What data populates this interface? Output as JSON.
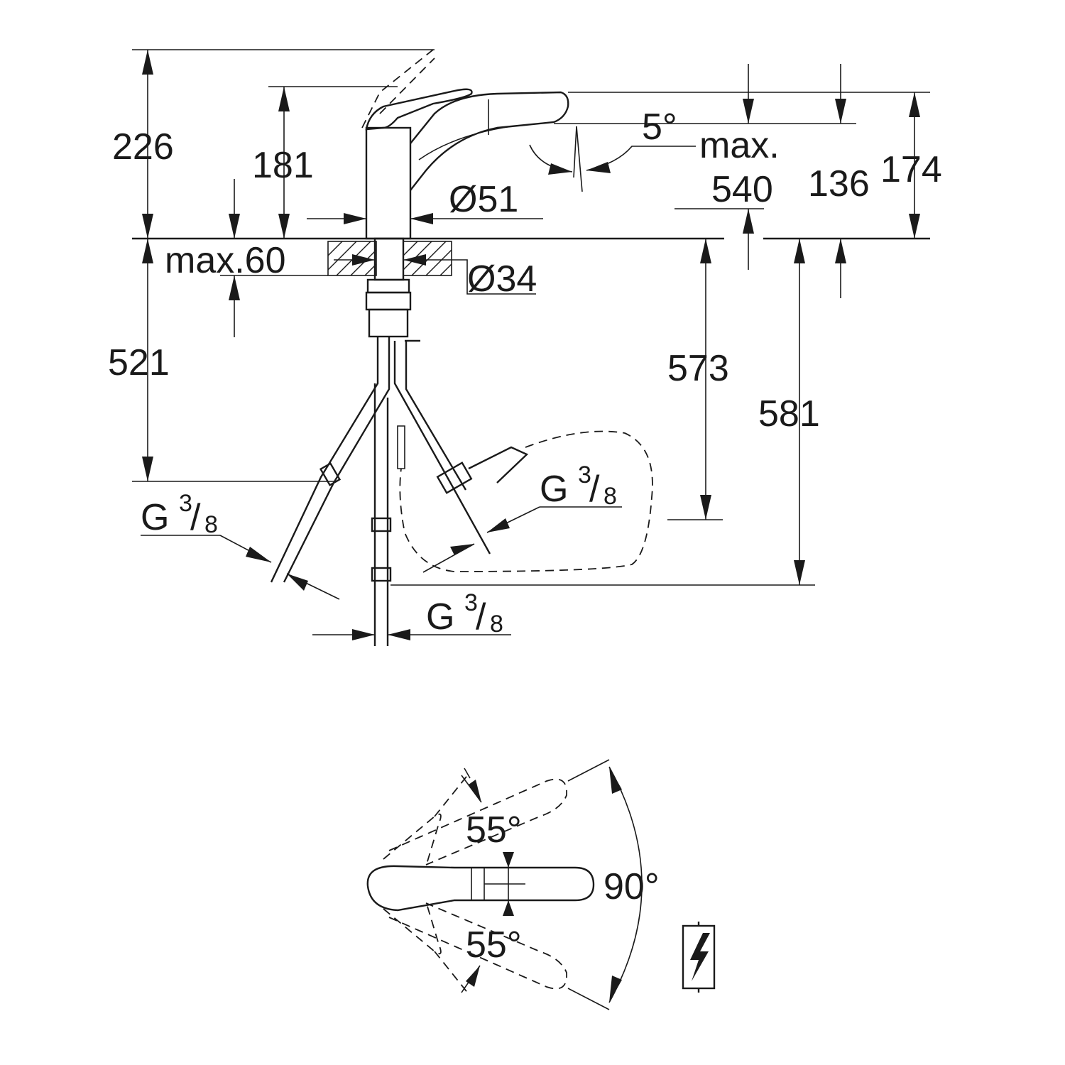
{
  "dimensions": {
    "h226": "226",
    "h181": "181",
    "d51": "Ø51",
    "max60": "max.60",
    "d34": "Ø34",
    "h521": "521",
    "h573": "573",
    "h581": "581",
    "h174": "174",
    "h136": "136",
    "max_label": "max.",
    "h540": "540",
    "spout_angle": "5°"
  },
  "threads": {
    "base": "G",
    "num": "3",
    "den": "8"
  },
  "rotation": {
    "upper": "55°",
    "lower": "55°",
    "total": "90°"
  },
  "icons": [
    "thread-connection",
    "electric-warning-icon"
  ]
}
